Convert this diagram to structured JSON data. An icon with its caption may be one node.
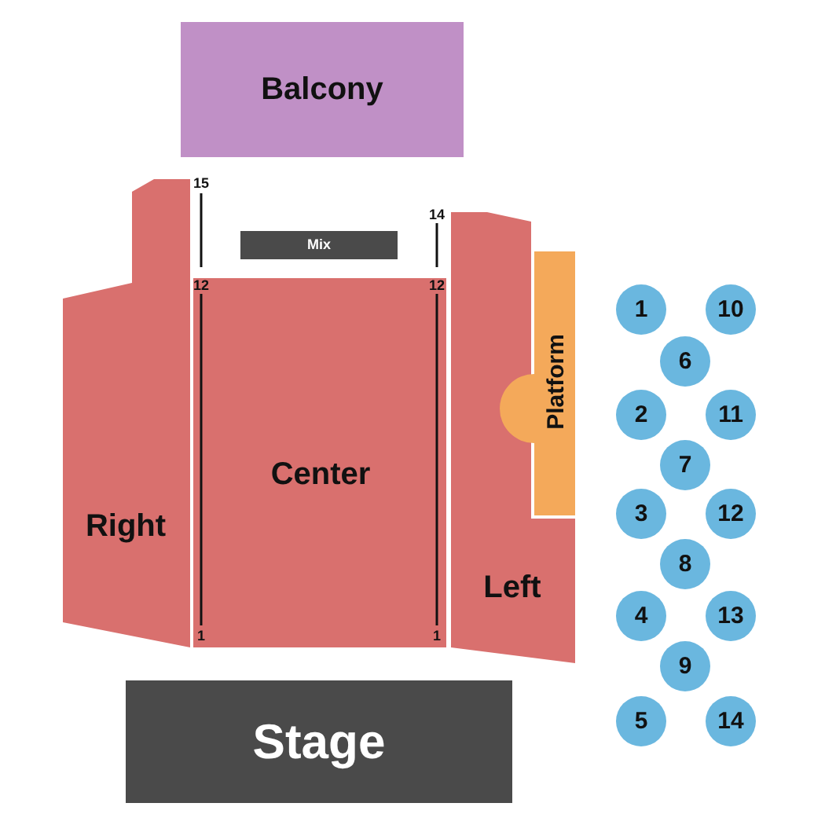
{
  "diagram": {
    "nodes": [
      {
        "text": [
          "Balcony"
        ]
      },
      {
        "text": [
          "Mix"
        ]
      },
      {
        "text": [
          "Right"
        ]
      },
      {
        "text": [
          "Center"
        ]
      },
      {
        "text": [
          "Platform"
        ]
      },
      {
        "text": [
          "Left"
        ]
      },
      {
        "text": [
          "1"
        ]
      },
      {
        "text": [
          "10"
        ]
      },
      {
        "text": [
          "6"
        ]
      },
      {
        "text": [
          "2"
        ]
      },
      {
        "text": [
          "11"
        ]
      },
      {
        "text": [
          "7"
        ]
      },
      {
        "text": [
          "3"
        ]
      },
      {
        "text": [
          "12"
        ]
      },
      {
        "text": [
          "8"
        ]
      },
      {
        "text": [
          "4"
        ]
      },
      {
        "text": [
          "13"
        ]
      },
      {
        "text": [
          "9"
        ]
      },
      {
        "text": [
          "5"
        ]
      },
      {
        "text": [
          "14"
        ]
      },
      {
        "text": [
          "Stage"
        ]
      }
    ],
    "edges": [],
    "labels": [
      "15",
      "14",
      "12",
      "12",
      "1",
      "1"
    ]
  }
}
